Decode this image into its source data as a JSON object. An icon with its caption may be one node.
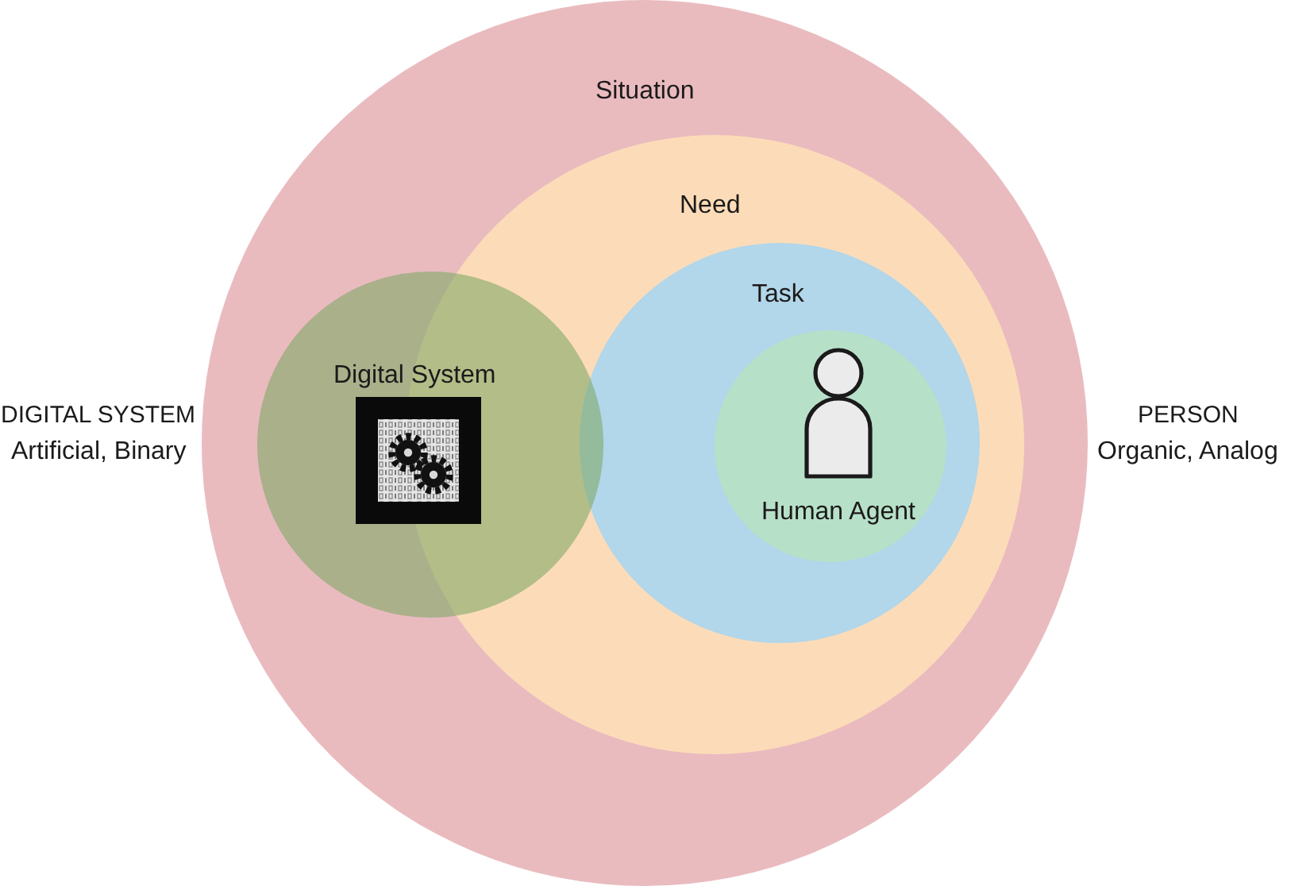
{
  "diagram": {
    "nodes": [
      {
        "text": [
          "Situation"
        ]
      },
      {
        "text": [
          "Need"
        ],
        "in": 0
      },
      {
        "text": [
          "Task"
        ],
        "in": 1
      },
      {
        "text": [
          "Human Agent"
        ],
        "in": 2
      },
      {
        "text": [
          "Digital System"
        ],
        "in": 0
      }
    ],
    "labels": [
      "DIGITAL SYSTEM",
      "Artificial, Binary",
      "PERSON",
      "Organic, Analog"
    ]
  }
}
